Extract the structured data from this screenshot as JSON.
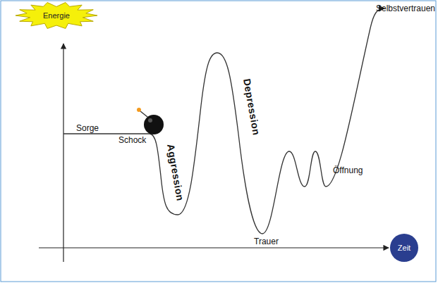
{
  "diagram": {
    "nodes": [
      {
        "text": [
          "Energie"
        ]
      },
      {
        "text": [
          "Zeit"
        ]
      }
    ],
    "labels": [
      "Sorge",
      "Schock",
      "Aggression",
      "Depression",
      "Trauer",
      "Öffnung",
      "Selbstvertrauen"
    ]
  }
}
